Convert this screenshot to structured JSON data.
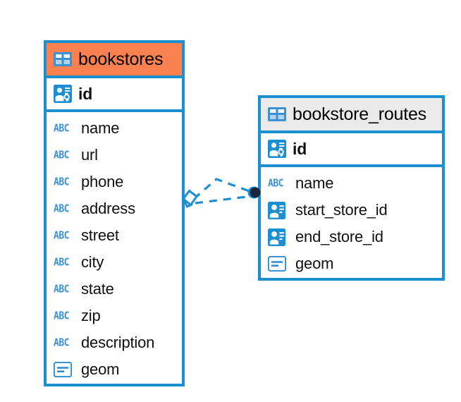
{
  "diagram": {
    "type": "entity-relationship-diagram",
    "background_color": "#ffffff",
    "accent_color": "#1b8fd0",
    "highlight_color": "#fb8150",
    "neutral_header_color": "#eaeaea"
  },
  "entities": [
    {
      "name": "bookstores",
      "header_style": "orange",
      "primary_key": {
        "label": "id",
        "icon": "primary-key-icon"
      },
      "fields": [
        {
          "label": "name",
          "icon": "abc-icon"
        },
        {
          "label": "url",
          "icon": "abc-icon"
        },
        {
          "label": "phone",
          "icon": "abc-icon"
        },
        {
          "label": "address",
          "icon": "abc-icon"
        },
        {
          "label": "street",
          "icon": "abc-icon"
        },
        {
          "label": "city",
          "icon": "abc-icon"
        },
        {
          "label": "state",
          "icon": "abc-icon"
        },
        {
          "label": "zip",
          "icon": "abc-icon"
        },
        {
          "label": "description",
          "icon": "abc-icon"
        },
        {
          "label": "geom",
          "icon": "blob-icon"
        }
      ]
    },
    {
      "name": "bookstore_routes",
      "header_style": "gray",
      "primary_key": {
        "label": "id",
        "icon": "primary-key-icon"
      },
      "fields": [
        {
          "label": "name",
          "icon": "abc-icon"
        },
        {
          "label": "start_store_id",
          "icon": "foreign-key-icon"
        },
        {
          "label": "end_store_id",
          "icon": "foreign-key-icon"
        },
        {
          "label": "geom",
          "icon": "blob-icon"
        }
      ]
    }
  ],
  "relationship": {
    "from": "bookstores",
    "to": "bookstore_routes",
    "line_style": "dashed",
    "line_color": "#1b8fd0",
    "source_marker": "diamond-marker",
    "target_marker": "filled-circle-marker"
  },
  "icon_glyphs": {
    "table": "table-grid-icon",
    "abc": "ABC"
  }
}
